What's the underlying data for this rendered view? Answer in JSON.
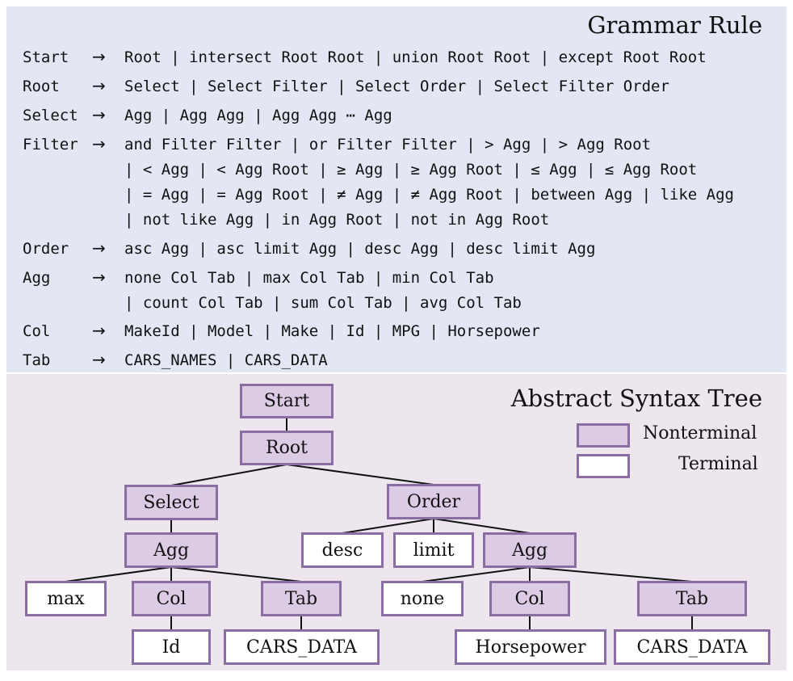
{
  "grammar": {
    "title": "Grammar Rule",
    "rules": [
      {
        "name": "Start",
        "lines": [
          "Root | intersect Root Root | union Root Root | except Root Root"
        ]
      },
      {
        "name": "Root",
        "lines": [
          "Select | Select Filter | Select Order | Select Filter Order"
        ]
      },
      {
        "name": "Select",
        "lines": [
          "Agg | Agg Agg | Agg Agg ⋯ Agg"
        ]
      },
      {
        "name": "Filter",
        "lines": [
          "and Filter Filter | or Filter Filter | > Agg | > Agg Root",
          "| < Agg | < Agg Root | ≥ Agg | ≥ Agg Root | ≤ Agg | ≤ Agg Root",
          "| = Agg | = Agg Root | ≠ Agg | ≠ Agg Root | between Agg | like Agg",
          "| not like Agg | in Agg Root | not in Agg Root"
        ]
      },
      {
        "name": "Order",
        "lines": [
          "asc Agg | asc limit Agg | desc Agg | desc limit Agg"
        ]
      },
      {
        "name": "Agg",
        "lines": [
          "none Col Tab | max Col Tab | min Col Tab",
          "| count Col Tab | sum Col Tab | avg Col Tab"
        ]
      },
      {
        "name": "Col",
        "lines": [
          "MakeId | Model | Make | Id | MPG | Horsepower"
        ]
      },
      {
        "name": "Tab",
        "lines": [
          "CARS_NAMES | CARS_DATA"
        ]
      }
    ],
    "arrow": "→"
  },
  "ast": {
    "title": "Abstract Syntax Tree",
    "legend": {
      "nonterminal": "Nonterminal",
      "terminal": "Terminal"
    },
    "colors": {
      "nonterminal_fill": "#dccbe4",
      "border": "#8a6ea3",
      "terminal_fill": "#ffffff"
    },
    "nodes": {
      "start": "Start",
      "root": "Root",
      "select": "Select",
      "order": "Order",
      "agg1": "Agg",
      "desc": "desc",
      "limit": "limit",
      "agg2": "Agg",
      "max": "max",
      "col1": "Col",
      "tab1": "Tab",
      "none": "none",
      "col2": "Col",
      "tab2": "Tab",
      "id": "Id",
      "cars_data1": "CARS_DATA",
      "horsepower": "Horsepower",
      "cars_data2": "CARS_DATA"
    }
  }
}
